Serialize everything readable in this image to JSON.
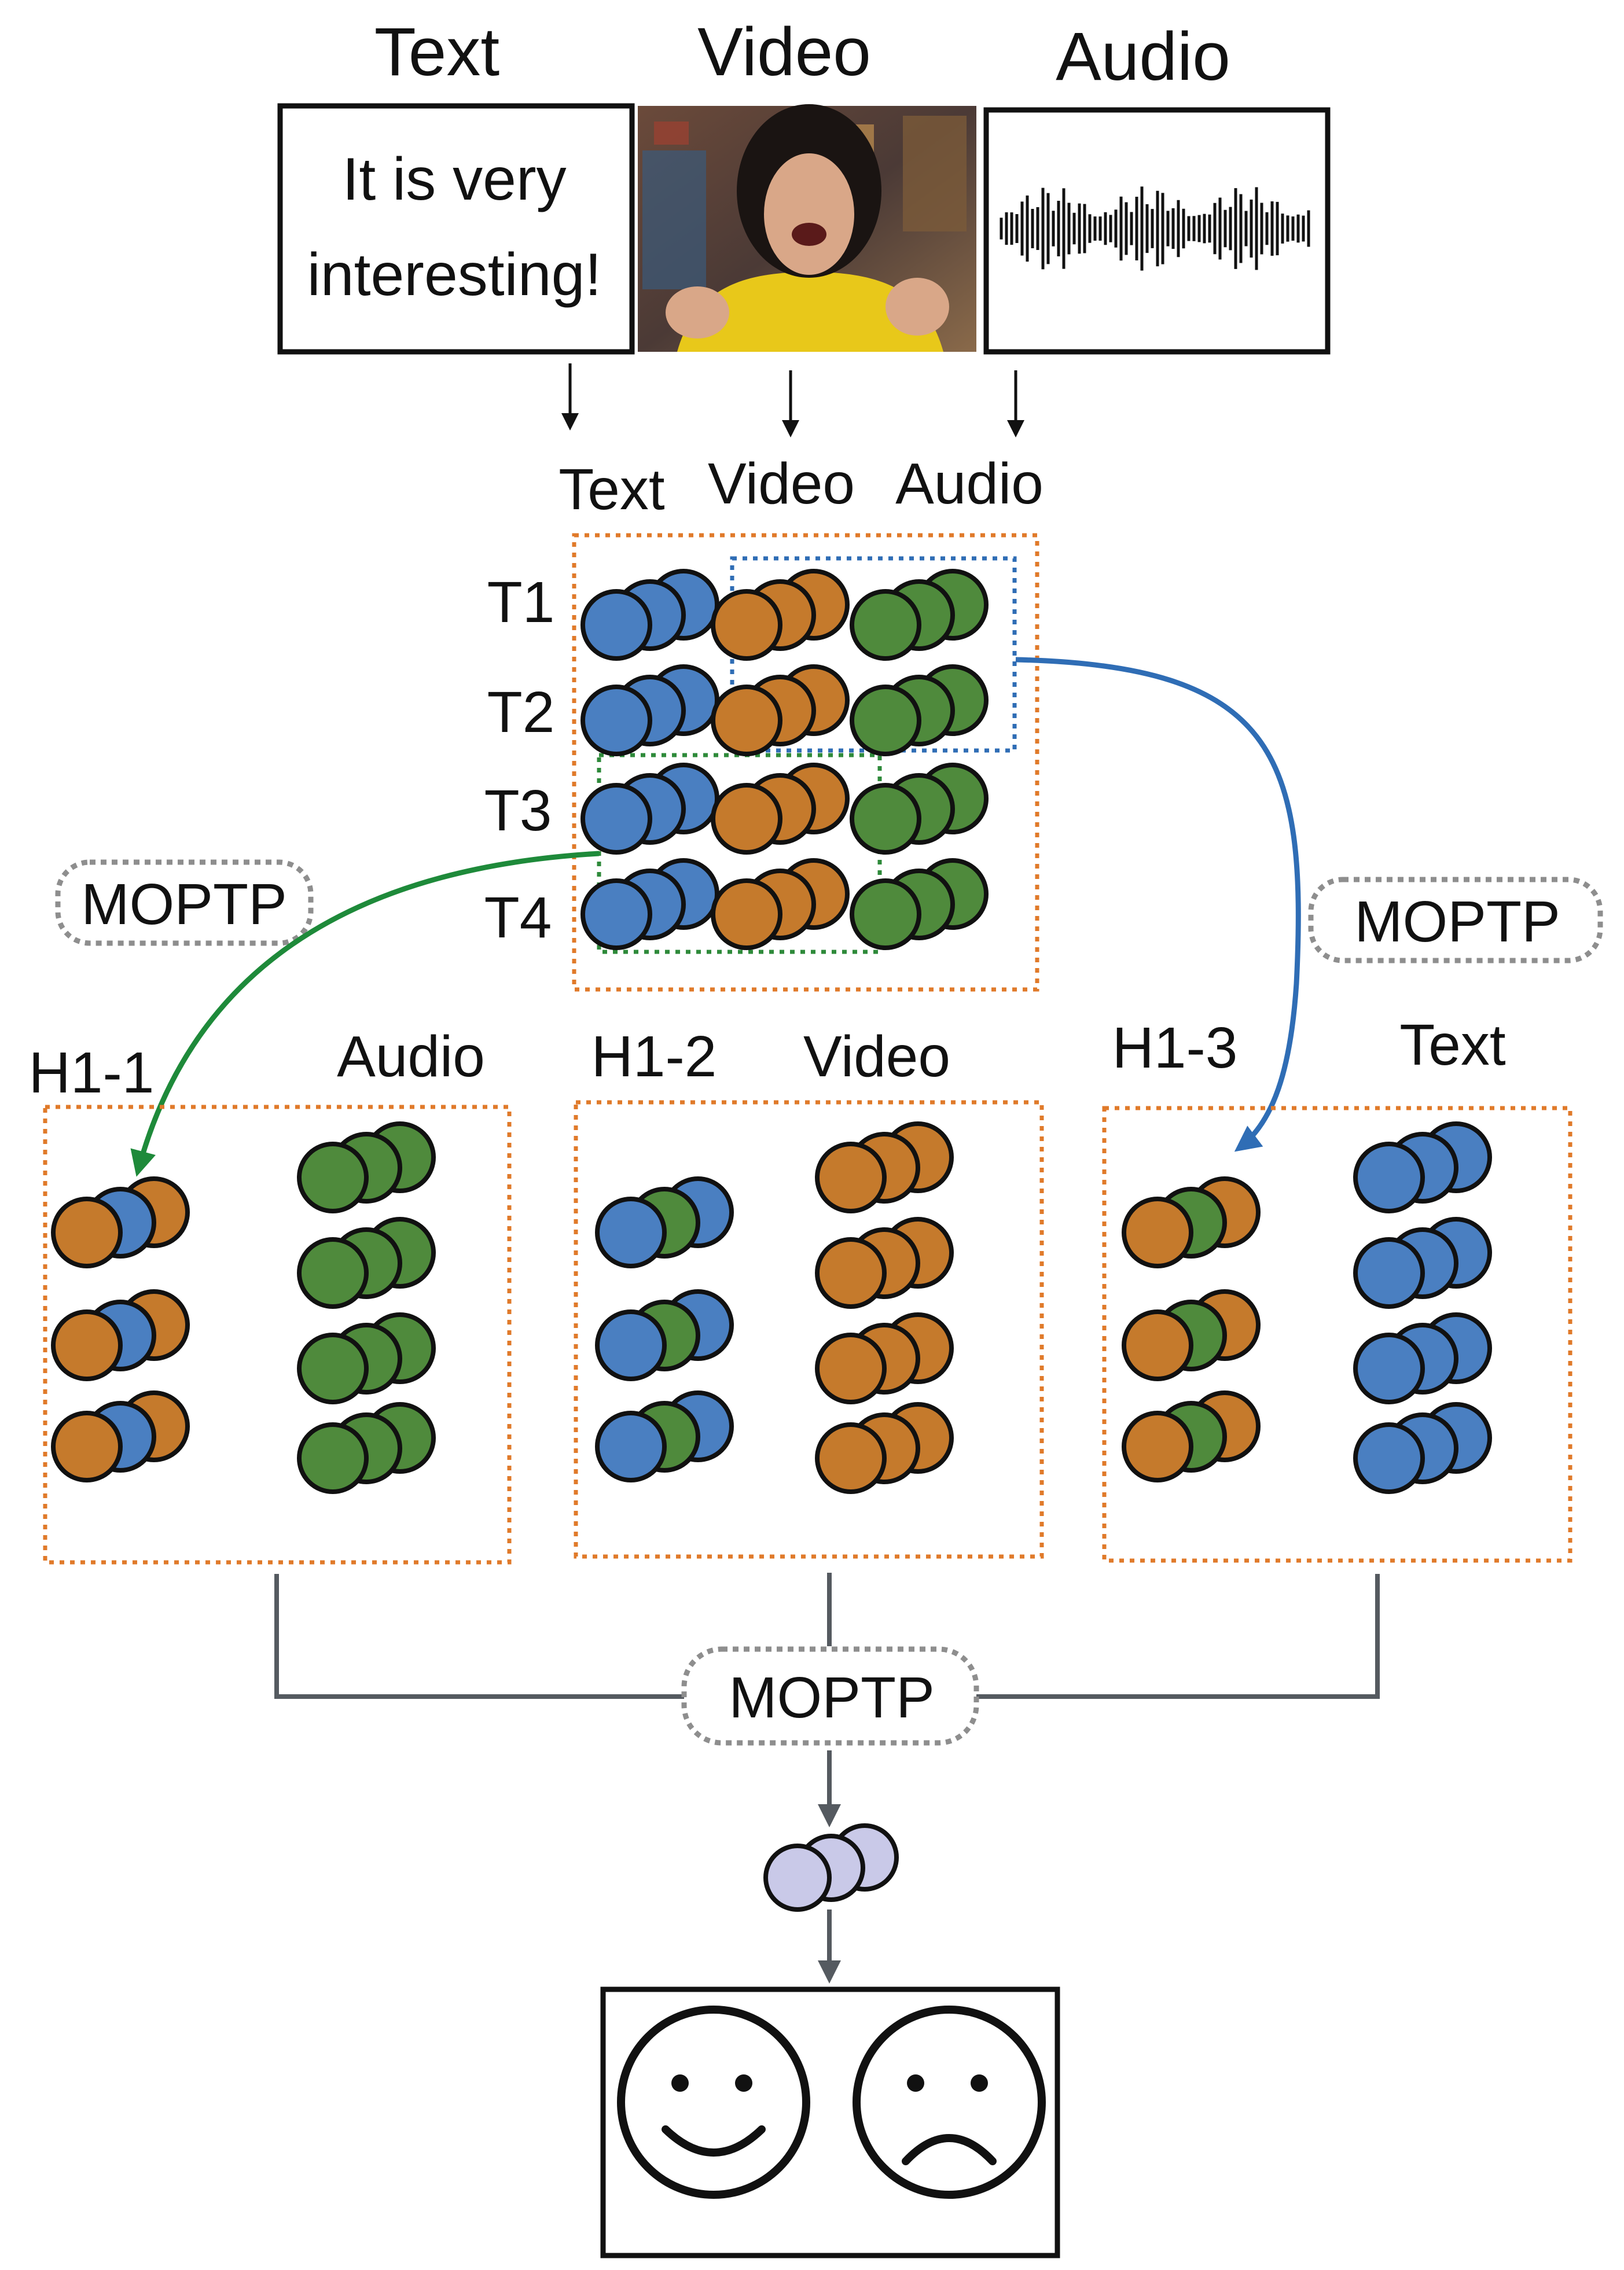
{
  "inputs": {
    "text": {
      "title": "Text",
      "sample": [
        "It is very",
        "interesting!"
      ]
    },
    "video": {
      "title": "Video",
      "image": "video-frame-person-yellow-shirt"
    },
    "audio": {
      "title": "Audio",
      "image": "audio-waveform"
    }
  },
  "encoder": {
    "column_labels": [
      "Text",
      "Video",
      "Audio"
    ],
    "row_labels": [
      "T1",
      "T2",
      "T3",
      "T4"
    ]
  },
  "modules": {
    "moptp_left": "MOPTP",
    "moptp_right": "MOPTP",
    "moptp_bottom": "MOPTP"
  },
  "heads": [
    {
      "id": "H1-1",
      "target": "Audio"
    },
    {
      "id": "H1-2",
      "target": "Video"
    },
    {
      "id": "H1-3",
      "target": "Text"
    }
  ],
  "output": {
    "classes": [
      "smiley-face-icon",
      "sad-face-icon"
    ]
  },
  "colors": {
    "text_node": "#4a7fc1",
    "video_node": "#c57a2c",
    "audio_node": "#4f8a3c",
    "fused_node": "#c9c9e8",
    "orange_box": "#e07a2a",
    "blue_box": "#2f6db5",
    "green_box": "#2e8a3a",
    "blue_arrow": "#2f6db5",
    "green_arrow": "#1e8a3a",
    "moptp_border": "#8e8e8e",
    "connector": "#555a60"
  }
}
